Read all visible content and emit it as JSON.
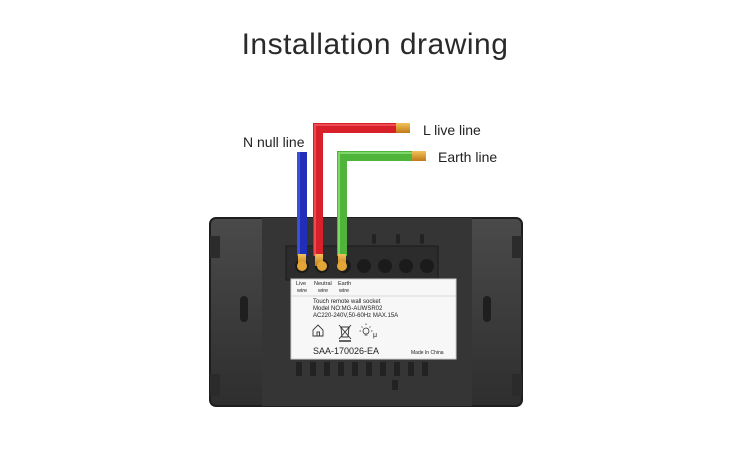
{
  "title": "Installation drawing",
  "labels": {
    "n_null_line": "N null line",
    "l_live_line": "L live line",
    "earth_line": "Earth line"
  },
  "terminals": {
    "live": [
      "Live",
      "wire"
    ],
    "neutral": [
      "Neutral",
      "wire"
    ],
    "earth": [
      "Earth",
      "wire"
    ]
  },
  "product_label": {
    "line1": "Touch remote wall socket",
    "line2": "Model NO:MG-AUWSR02",
    "line3": "AC220-240V,50-60Hz    MAX.15A",
    "code": "SAA-170026-EA",
    "origin": "Made In China",
    "icons": [
      "home-icon",
      "weee-bin-icon",
      "bulb-icon"
    ],
    "mu": "μ"
  },
  "colors": {
    "panel": "#3b3b3b",
    "blue_wire": "#1f2fb8",
    "red_wire": "#d8202a",
    "green_wire": "#4fb43a",
    "copper": "#e0a030"
  }
}
